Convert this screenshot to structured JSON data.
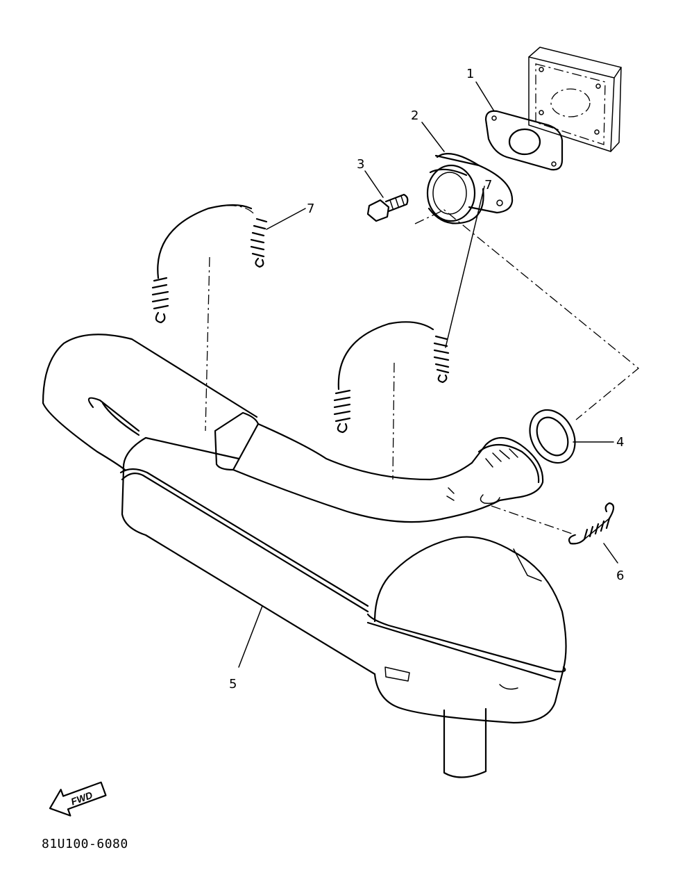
{
  "diagram": {
    "callouts": [
      {
        "id": "c1",
        "label": "1"
      },
      {
        "id": "c2",
        "label": "2"
      },
      {
        "id": "c3",
        "label": "3"
      },
      {
        "id": "c4",
        "label": "4"
      },
      {
        "id": "c5",
        "label": "5"
      },
      {
        "id": "c6",
        "label": "6"
      },
      {
        "id": "c7a",
        "label": "7"
      },
      {
        "id": "c7b",
        "label": "7"
      }
    ],
    "fwd_label": "FWD",
    "drawing_code": "81U100-6080"
  }
}
